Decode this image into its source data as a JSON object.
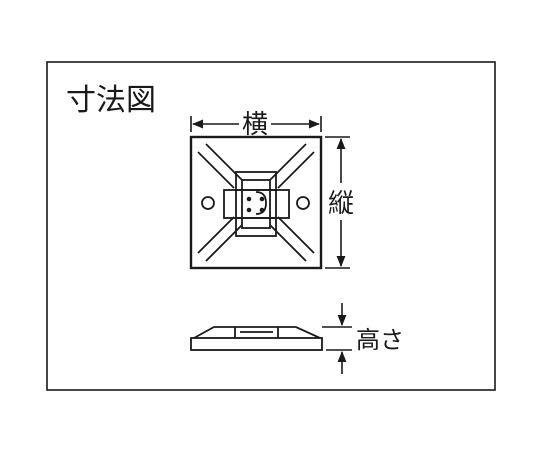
{
  "title": "寸法図",
  "labels": {
    "width": "横",
    "length": "縦",
    "height": "高さ"
  },
  "colors": {
    "line": "#1a1a1a",
    "background": "#ffffff"
  }
}
